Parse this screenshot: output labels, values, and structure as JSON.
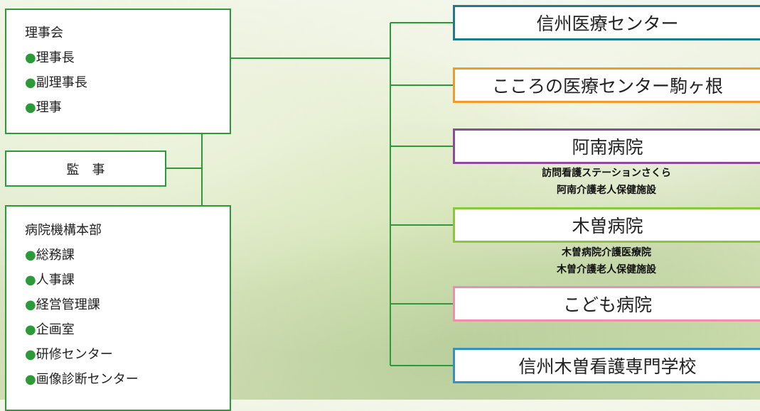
{
  "board": {
    "title": "理事会",
    "items": [
      "理事長",
      "副理事長",
      "理事"
    ]
  },
  "audit": {
    "title": "監　事"
  },
  "headquarters": {
    "title": "病院機構本部",
    "items": [
      "総務課",
      "人事課",
      "経営管理課",
      "企画室",
      "研修センター",
      "画像診断センター"
    ]
  },
  "bullet": "●",
  "institutions": [
    {
      "name": "信州医療センター",
      "color": "#1f7a8c",
      "subs": []
    },
    {
      "name": "こころの医療センター駒ヶ根",
      "color": "#f39a2b",
      "subs": []
    },
    {
      "name": "阿南病院",
      "color": "#8e4a9e",
      "subs": [
        "訪問看護ステーションさくら",
        "阿南介護老人保健施設"
      ]
    },
    {
      "name": "木曽病院",
      "color": "#8cc63f",
      "subs": [
        "木曽病院介護医療院",
        "木曽介護老人保健施設"
      ]
    },
    {
      "name": "こども病院",
      "color": "#ef8fb0",
      "subs": []
    },
    {
      "name": "信州木曽看護専門学校",
      "color": "#3a8fc1",
      "subs": []
    }
  ],
  "colors": {
    "connector": "#2d9a3a"
  }
}
